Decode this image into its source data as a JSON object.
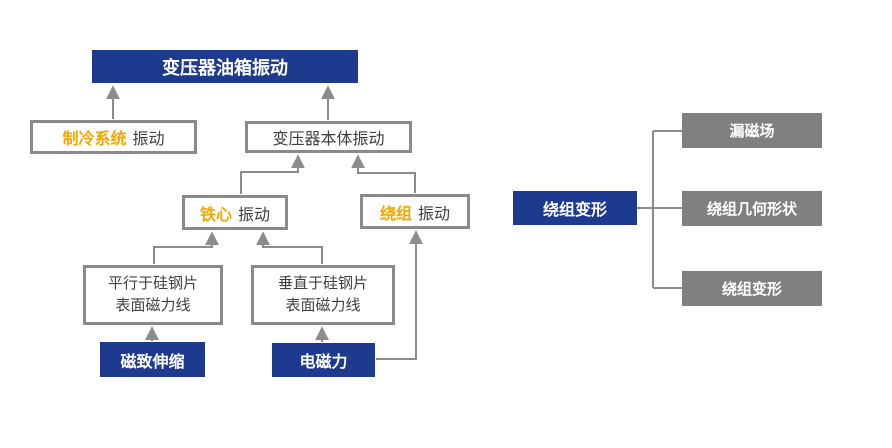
{
  "nodes": {
    "tank": "变压器油箱振动",
    "cooling": {
      "highlight": "制冷系统",
      "rest": "振动"
    },
    "body": "变压器本体振动",
    "core": {
      "highlight": "铁心",
      "rest": "振动"
    },
    "winding": {
      "highlight": "绕组",
      "rest": "振动"
    },
    "parallel": {
      "line1": "平行于硅钢片",
      "line2": "表面磁力线"
    },
    "perpendicular": {
      "line1": "垂直于硅钢片",
      "line2": "表面磁力线"
    },
    "magnetostriction": "磁致伸缩",
    "electromagnetic_force": "电磁力"
  },
  "right_tree": {
    "root": "绕组变形",
    "children": [
      "漏磁场",
      "绕组几何形状",
      "绕组变形"
    ]
  },
  "colors": {
    "primary_blue": "#1e3a8e",
    "highlight_orange": "#f7a600",
    "box_border_gray": "#8a8a8a",
    "fill_gray": "#808080",
    "connector_gray": "#8c8c8c",
    "text_dark": "#404040"
  }
}
